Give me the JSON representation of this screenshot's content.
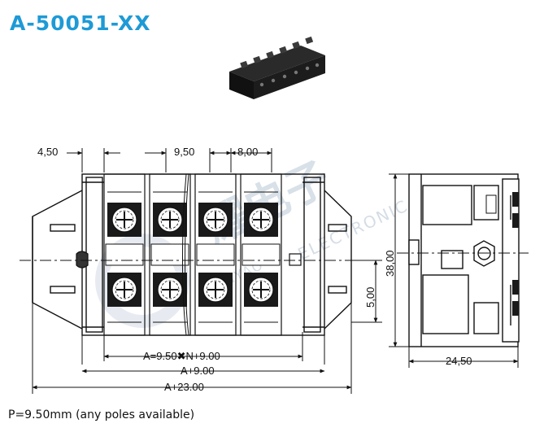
{
  "title": "A-50051-XX",
  "footnote": "P=9.50mm (any poles available)",
  "watermark": {
    "chinese": "耀电子",
    "latin": "ELECTRONIC",
    "latin2": "NYAO",
    "color": "#b9c7d6"
  },
  "colors": {
    "title": "#1e9ad6",
    "line": "#111111",
    "dark": "#1a1a1a"
  },
  "dimensions": {
    "d450": "4,50",
    "d950": "9,50",
    "d800": "8,00",
    "d3800": "38,00",
    "d500": "5,00",
    "d2450": "24,50",
    "formula_a": "A=9.50✖N+9.00",
    "formula_a9": "A+9.00",
    "formula_a23": "A+23.00"
  },
  "poles": 4
}
